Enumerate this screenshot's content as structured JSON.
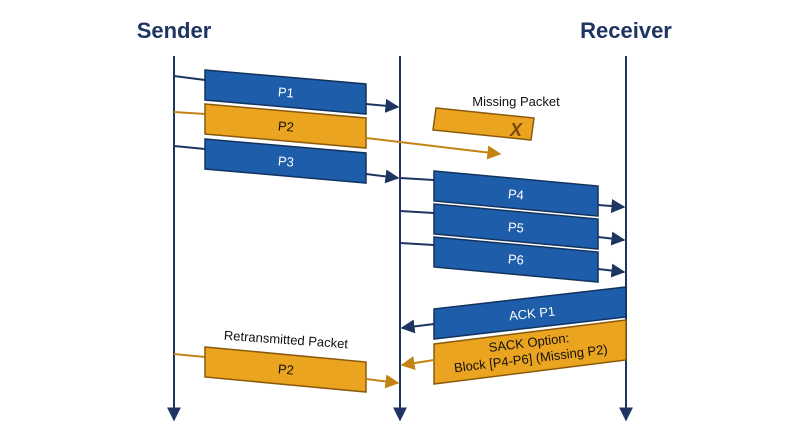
{
  "colors": {
    "navy": "#1e3461",
    "blue": "#1d5da9",
    "blue_stroke": "#13335f",
    "gold": "#eba41f",
    "gold_stroke": "#8a5a0c",
    "gold_arrow": "#c48414",
    "missing_x": "#7a4a0a"
  },
  "actors": {
    "sender": "Sender",
    "receiver": "Receiver"
  },
  "packets": {
    "p1": "P1",
    "p2": "P2",
    "p3": "P3",
    "p4": "P4",
    "p5": "P5",
    "p6": "P6",
    "ack": "ACK P1",
    "sack_line1": "SACK Option:",
    "sack_line2": "Block [P4-P6] (Missing P2)",
    "retransmit": "P2",
    "missing_mark": "X"
  },
  "notes": {
    "missing": "Missing Packet",
    "retransmitted": "Retransmitted Packet"
  }
}
